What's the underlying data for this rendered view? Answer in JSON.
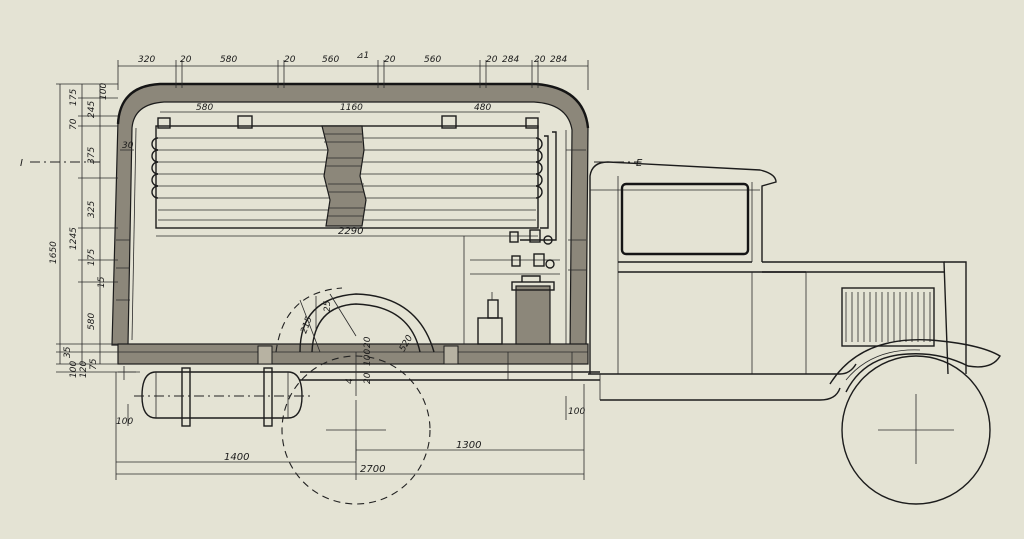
{
  "palette": {
    "paper": "#e4e3d4",
    "ink": "#1c1c1c",
    "wood": "#8c877a"
  },
  "top_dims": {
    "d320": "320",
    "d20a": "20",
    "d580": "580",
    "d20b": "20",
    "d560a": "560",
    "mark": "⊿1",
    "d20c": "20",
    "d560b": "560",
    "d20d": "20",
    "d284a": "284",
    "d20e": "20",
    "d284b": "284"
  },
  "inner_dims": {
    "d580": "580",
    "d1160": "1160",
    "d480": "480",
    "d2290": "2290",
    "d30": "30"
  },
  "left_dims": {
    "d100": "100",
    "d175a": "175",
    "d245": "245",
    "d70": "70",
    "d375a": "375",
    "d325": "325",
    "d1245": "1245",
    "d175b": "175",
    "d15": "15",
    "d580": "580",
    "d1650": "1650",
    "d35": "35",
    "d100b": "100",
    "d120": "120",
    "d75": "75"
  },
  "wheel_dims": {
    "d215": "215",
    "d25": "25",
    "d520": "520",
    "d100": "100",
    "d20a": "20",
    "d20b": "20",
    "d4": "4"
  },
  "bottom_dims": {
    "d100a": "100",
    "d100b": "100",
    "d1400": "1400",
    "d1300": "1300",
    "d2700": "2700"
  },
  "section_marks": {
    "left": "I",
    "right": "E"
  }
}
